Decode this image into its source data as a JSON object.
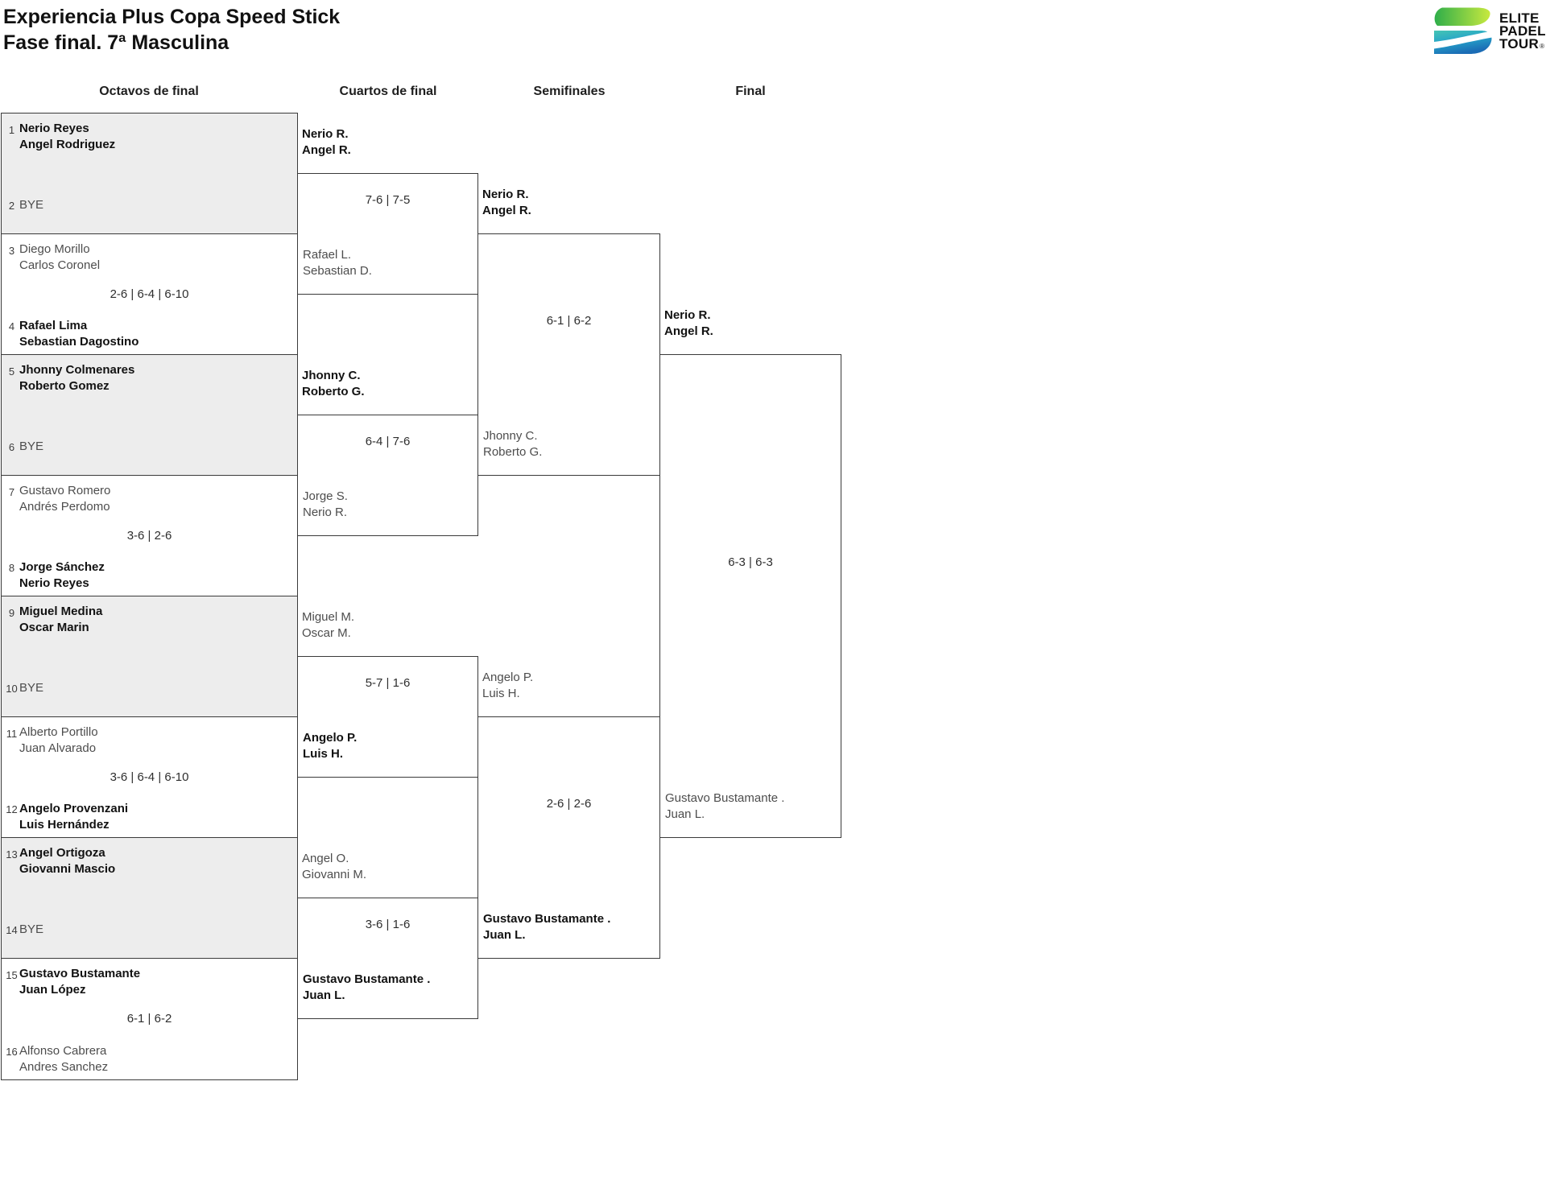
{
  "title": {
    "line1": "Experiencia Plus Copa Speed Stick",
    "line2": "Fase final. 7ª Masculina"
  },
  "logo": {
    "word1": "ELITE",
    "word2": "PADEL",
    "word3": "TOUR",
    "registered": "®"
  },
  "round_headers": {
    "r16": "Octavos de final",
    "qf": "Cuartos de final",
    "sf": "Semifinales",
    "final": "Final"
  },
  "colors": {
    "bye_fill": "#ededed",
    "bracket_line": "#3a3a3a",
    "winner_text": "#121212",
    "loser_text": "#4d4d4d",
    "logo_green_dark": "#2fae4a",
    "logo_green_light": "#c8e93f",
    "logo_teal": "#45c5b4",
    "logo_blue": "#1b6cb5"
  },
  "r16": [
    {
      "seed_top": "1",
      "top": {
        "p1": "Nerio Reyes",
        "p2": "Angel Rodriguez"
      },
      "score": "",
      "seed_bottom": "2",
      "bottom": {
        "p1": "BYE",
        "p2": ""
      }
    },
    {
      "seed_top": "3",
      "top": {
        "p1": "Diego Morillo",
        "p2": "Carlos Coronel"
      },
      "score": "2-6 | 6-4 | 6-10",
      "seed_bottom": "4",
      "bottom": {
        "p1": "Rafael Lima",
        "p2": "Sebastian Dagostino"
      }
    },
    {
      "seed_top": "5",
      "top": {
        "p1": "Jhonny Colmenares",
        "p2": "Roberto Gomez"
      },
      "score": "",
      "seed_bottom": "6",
      "bottom": {
        "p1": "BYE",
        "p2": ""
      }
    },
    {
      "seed_top": "7",
      "top": {
        "p1": "Gustavo Romero",
        "p2": "Andrés Perdomo"
      },
      "score": "3-6 | 2-6",
      "seed_bottom": "8",
      "bottom": {
        "p1": "Jorge Sánchez",
        "p2": "Nerio Reyes"
      }
    },
    {
      "seed_top": "9",
      "top": {
        "p1": "Miguel Medina",
        "p2": "Oscar Marin"
      },
      "score": "",
      "seed_bottom": "10",
      "bottom": {
        "p1": "BYE",
        "p2": ""
      }
    },
    {
      "seed_top": "11",
      "top": {
        "p1": "Alberto Portillo",
        "p2": "Juan Alvarado"
      },
      "score": "3-6 | 6-4 | 6-10",
      "seed_bottom": "12",
      "bottom": {
        "p1": "Angelo Provenzani",
        "p2": "Luis Hernández"
      }
    },
    {
      "seed_top": "13",
      "top": {
        "p1": "Angel Ortigoza",
        "p2": "Giovanni Mascio"
      },
      "score": "",
      "seed_bottom": "14",
      "bottom": {
        "p1": "BYE",
        "p2": ""
      }
    },
    {
      "seed_top": "15",
      "top": {
        "p1": "Gustavo Bustamante",
        "p2": "Juan López"
      },
      "score": "6-1 | 6-2",
      "seed_bottom": "16",
      "bottom": {
        "p1": "Alfonso Cabrera",
        "p2": "Andres Sanchez"
      }
    }
  ],
  "qf": [
    {
      "top": {
        "p1": "Nerio R.",
        "p2": "Angel R."
      },
      "score": "7-6 | 7-5",
      "bottom": {
        "p1": "Rafael L.",
        "p2": "Sebastian D."
      }
    },
    {
      "top": {
        "p1": "Jhonny C.",
        "p2": "Roberto G."
      },
      "score": "6-4 | 7-6",
      "bottom": {
        "p1": "Jorge S.",
        "p2": "Nerio R."
      }
    },
    {
      "top": {
        "p1": "Miguel M.",
        "p2": "Oscar M."
      },
      "score": "5-7 | 1-6",
      "bottom": {
        "p1": "Angelo P.",
        "p2": "Luis H."
      }
    },
    {
      "top": {
        "p1": "Angel O.",
        "p2": "Giovanni M."
      },
      "score": "3-6 | 1-6",
      "bottom": {
        "p1": "Gustavo Bustamante .",
        "p2": "Juan L."
      }
    }
  ],
  "sf": [
    {
      "top": {
        "p1": "Nerio R.",
        "p2": "Angel R."
      },
      "score": "6-1 | 6-2",
      "bottom": {
        "p1": "Jhonny C.",
        "p2": "Roberto G."
      }
    },
    {
      "top": {
        "p1": "Angelo P.",
        "p2": "Luis H."
      },
      "score": "2-6 | 2-6",
      "bottom": {
        "p1": "Gustavo Bustamante .",
        "p2": "Juan L."
      }
    }
  ],
  "final": {
    "top": {
      "p1": "Nerio R.",
      "p2": "Angel R."
    },
    "score": "6-3 | 6-3",
    "bottom": {
      "p1": "Gustavo Bustamante .",
      "p2": "Juan L."
    }
  }
}
